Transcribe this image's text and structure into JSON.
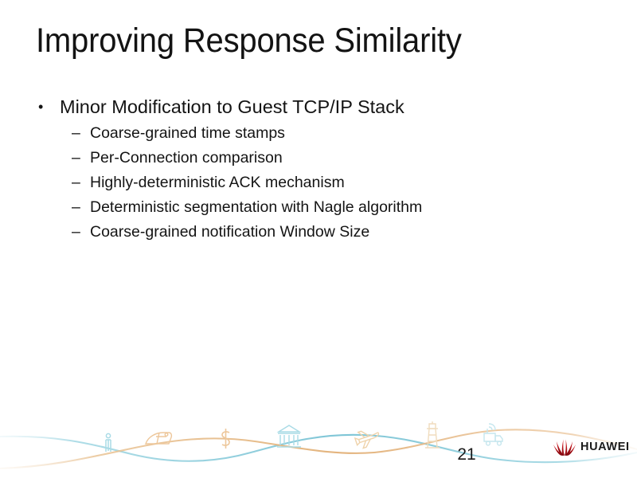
{
  "slide": {
    "title": "Improving Response Similarity",
    "slide_number": "21",
    "background_color": "#ffffff",
    "title_color": "#131313",
    "body_color": "#141414"
  },
  "content": {
    "bullets": [
      {
        "marker": "•",
        "text": "Minor Modification to Guest TCP/IP Stack",
        "level": 1
      }
    ],
    "sub_bullets": [
      {
        "marker": "–",
        "text": "Coarse-grained time stamps",
        "level": 2
      },
      {
        "marker": "–",
        "text": "Per-Connection comparison",
        "level": 2
      },
      {
        "marker": "–",
        "text": "Highly-deterministic ACK mechanism",
        "level": 2
      },
      {
        "marker": "–",
        "text": "Deterministic segmentation with Nagle algorithm",
        "level": 2
      },
      {
        "marker": "–",
        "text": "Coarse-grained notification Window Size",
        "level": 2
      }
    ]
  },
  "footer": {
    "wave_teal_color": "#8fcfdd",
    "wave_orange_color": "#e8b887",
    "icons": [
      {
        "name": "person-icon",
        "color": "#a9dbe6"
      },
      {
        "name": "train-icon",
        "color": "#edc79b"
      },
      {
        "name": "dollar-sign-icon",
        "color": "#edc79b"
      },
      {
        "name": "bank-building-icon",
        "color": "#a9dbe6"
      },
      {
        "name": "airplane-icon",
        "color": "#efd3ab"
      },
      {
        "name": "tower-derrick-icon",
        "color": "#f0dcbd"
      },
      {
        "name": "delivery-truck-icon",
        "color": "#c5e6ee"
      }
    ]
  },
  "logo": {
    "wordmark": "HUAWEI",
    "mark_color": "#cc0000",
    "wordmark_color": "#1b1b1b"
  }
}
